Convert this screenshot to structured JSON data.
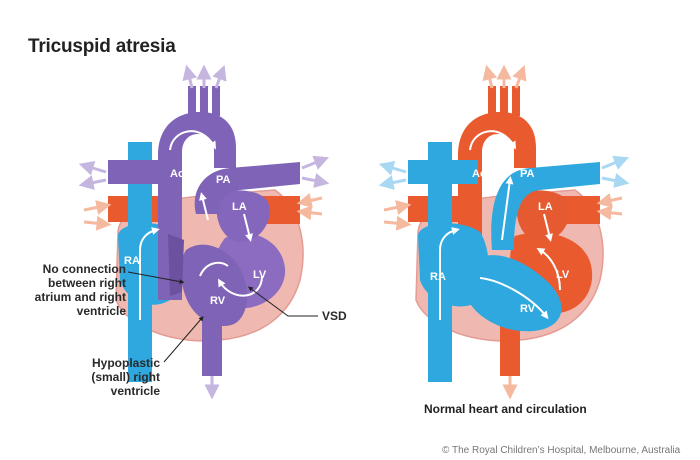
{
  "title": "Tricuspid atresia",
  "annotations": {
    "no_connection": "No connection between right atrium and right ventricle",
    "hypoplastic": "Hypoplastic (small) right ventricle",
    "vsd": "VSD"
  },
  "chamber_labels": {
    "ao": "Ao",
    "pa": "PA",
    "la": "LA",
    "ra": "RA",
    "lv": "LV",
    "rv": "RV"
  },
  "caption": "Normal heart and circulation",
  "credit": "© The Royal Children’s Hospital, Melbourne, Australia",
  "colors": {
    "deoxygenated": "#2fa8df",
    "oxygenated": "#ea5a2f",
    "mixed": "#7f63b7",
    "heart_wall": "#efb9b2",
    "arrow_blue": "#a8d8f2",
    "arrow_red": "#f5b9a0",
    "arrow_purple": "#c5b6e0"
  }
}
